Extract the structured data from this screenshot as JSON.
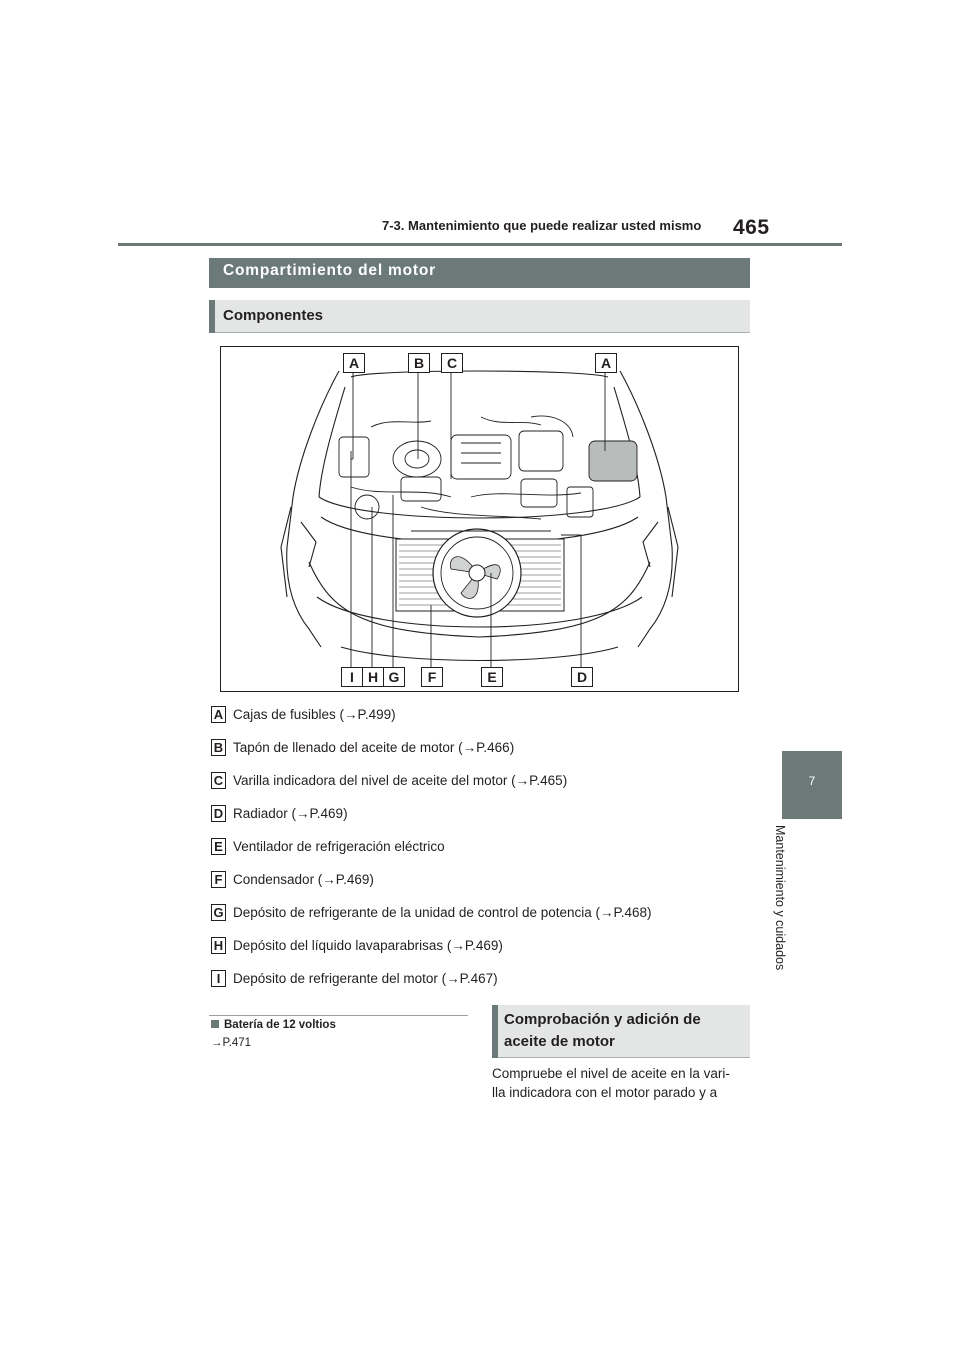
{
  "header": {
    "section_title": "7-3. Mantenimiento que puede realizar usted mismo",
    "page_number": "465"
  },
  "side_tab": {
    "chapter_number": "7",
    "chapter_title": "Mantenimiento y cuidados"
  },
  "section": {
    "title": "Compartimiento del motor"
  },
  "subsection": {
    "title": "Componentes"
  },
  "figure": {
    "callouts_top": [
      "A",
      "B",
      "C",
      "A"
    ],
    "callouts_bottom": [
      "I",
      "H",
      "G",
      "F",
      "E",
      "D"
    ]
  },
  "components": [
    {
      "letter": "A",
      "text": "Cajas de fusibles (→P.499)"
    },
    {
      "letter": "B",
      "text": "Tapón de llenado del aceite de motor (→P.466)"
    },
    {
      "letter": "C",
      "text": "Varilla indicadora del nivel de aceite del motor (→P.465)"
    },
    {
      "letter": "D",
      "text": "Radiador (→P.469)"
    },
    {
      "letter": "E",
      "text": "Ventilador de refrigeración eléctrico"
    },
    {
      "letter": "F",
      "text": "Condensador (→P.469)"
    },
    {
      "letter": "G",
      "text": "Depósito de refrigerante de la unidad de control de potencia (→P.468)"
    },
    {
      "letter": "H",
      "text": "Depósito del líquido lavaparabrisas (→P.469)"
    },
    {
      "letter": "I",
      "text": "Depósito de refrigerante del motor (→P.467)"
    }
  ],
  "battery": {
    "title": "Batería de 12 voltios",
    "ref": "→P.471"
  },
  "oil_section": {
    "title_line1": "Comprobación y adición de",
    "title_line2": "aceite de motor",
    "body_line1": "Compruebe el nivel de aceite en la vari-",
    "body_line2": "lla indicadora con el motor parado y a"
  }
}
